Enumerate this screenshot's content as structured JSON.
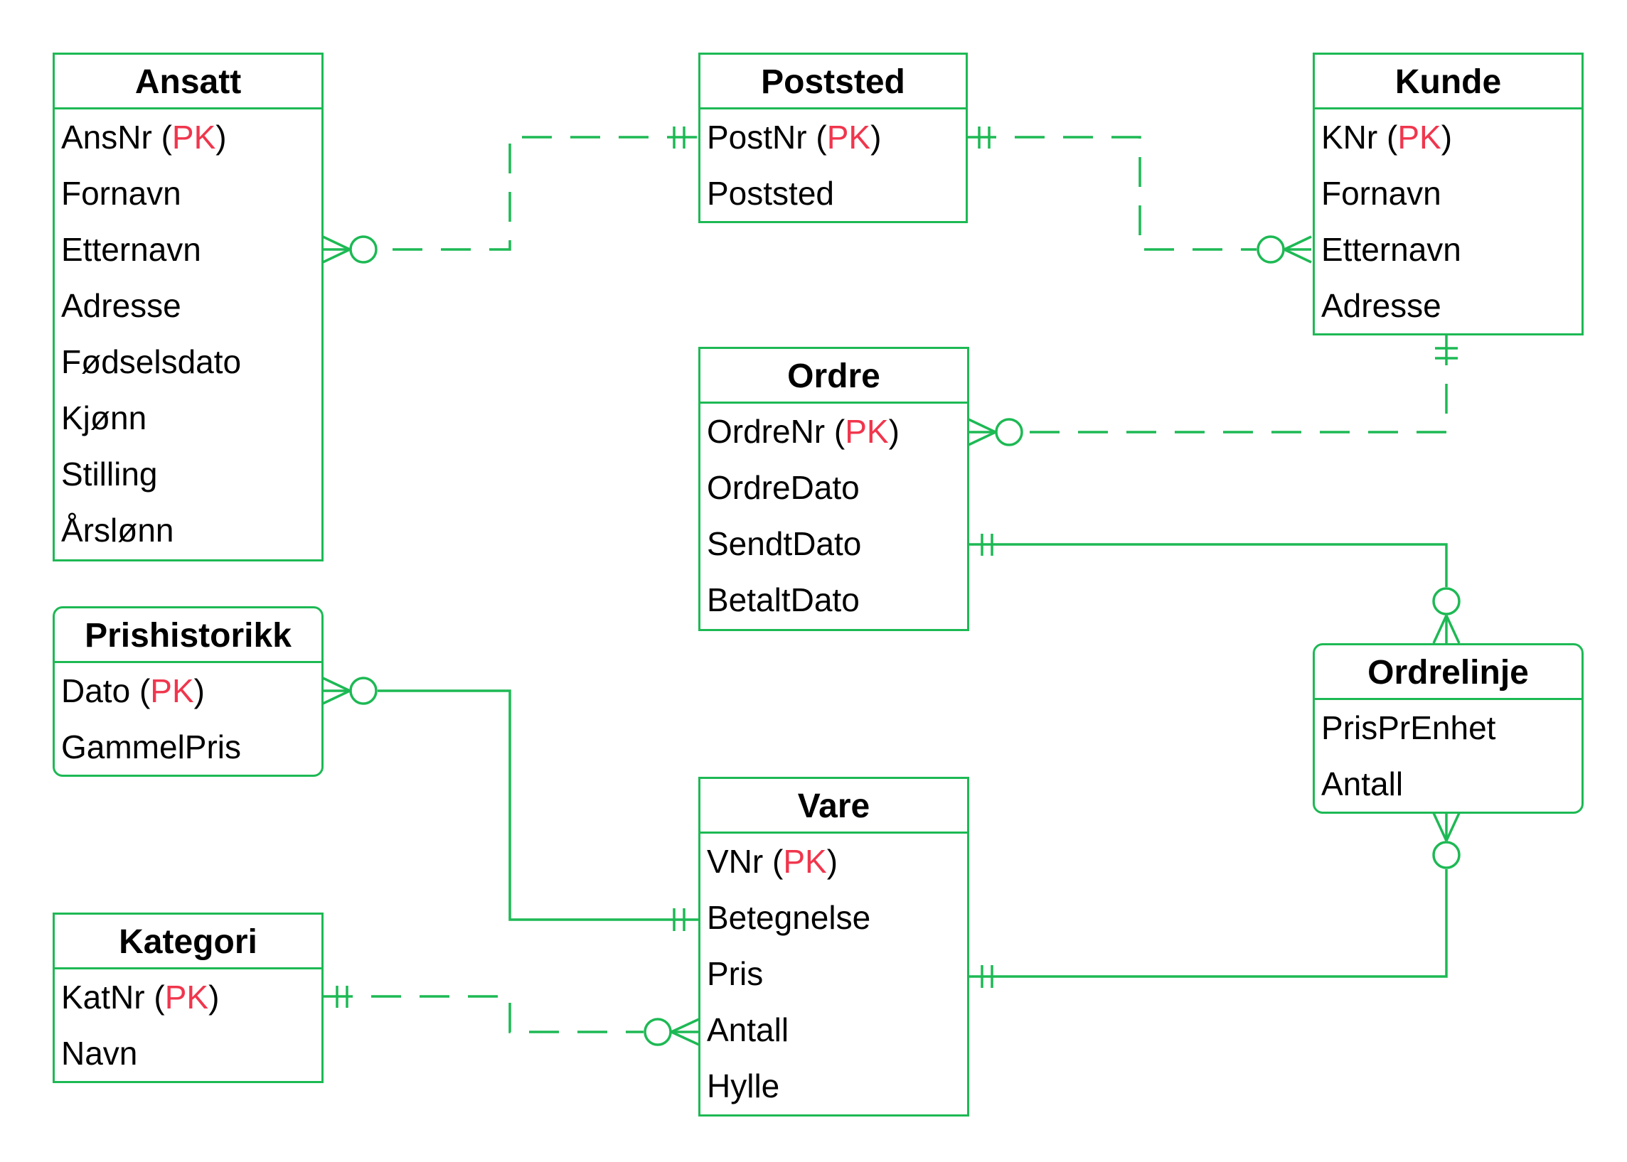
{
  "colors": {
    "border": "#1db954",
    "pk": "#f0364d",
    "text": "#000000"
  },
  "entities": {
    "ansatt": {
      "title": "Ansatt",
      "attrs": [
        {
          "name": "AnsNr",
          "pk": "PK"
        },
        {
          "name": "Fornavn"
        },
        {
          "name": "Etternavn"
        },
        {
          "name": "Adresse"
        },
        {
          "name": "Fødselsdato"
        },
        {
          "name": "Kjønn"
        },
        {
          "name": "Stilling"
        },
        {
          "name": "Årslønn"
        }
      ]
    },
    "poststed": {
      "title": "Poststed",
      "attrs": [
        {
          "name": "PostNr",
          "pk": "PK"
        },
        {
          "name": "Poststed"
        }
      ]
    },
    "kunde": {
      "title": "Kunde",
      "attrs": [
        {
          "name": "KNr",
          "pk": "PK"
        },
        {
          "name": "Fornavn"
        },
        {
          "name": "Etternavn"
        },
        {
          "name": "Adresse"
        }
      ]
    },
    "ordre": {
      "title": "Ordre",
      "attrs": [
        {
          "name": "OrdreNr",
          "pk": "PK"
        },
        {
          "name": "OrdreDato"
        },
        {
          "name": "SendtDato"
        },
        {
          "name": "BetaltDato"
        }
      ]
    },
    "prishistorikk": {
      "title": "Prishistorikk",
      "attrs": [
        {
          "name": "Dato",
          "pk": "PK"
        },
        {
          "name": "GammelPris"
        }
      ]
    },
    "ordrelinje": {
      "title": "Ordrelinje",
      "attrs": [
        {
          "name": "PrisPrEnhet"
        },
        {
          "name": "Antall"
        }
      ]
    },
    "vare": {
      "title": "Vare",
      "attrs": [
        {
          "name": "VNr",
          "pk": "PK"
        },
        {
          "name": "Betegnelse"
        },
        {
          "name": "Pris"
        },
        {
          "name": "Antall"
        },
        {
          "name": "Hylle"
        }
      ]
    },
    "kategori": {
      "title": "Kategori",
      "attrs": [
        {
          "name": "KatNr",
          "pk": "PK"
        },
        {
          "name": "Navn"
        }
      ]
    }
  },
  "relationships": [
    {
      "one": "Poststed",
      "many": "Ansatt",
      "style": "dashed"
    },
    {
      "one": "Poststed",
      "many": "Kunde",
      "style": "dashed"
    },
    {
      "one": "Kunde",
      "many": "Ordre",
      "style": "dashed"
    },
    {
      "one": "Ordre",
      "many": "Ordrelinje",
      "style": "solid"
    },
    {
      "one": "Vare",
      "many": "Ordrelinje",
      "style": "solid"
    },
    {
      "one": "Vare",
      "many": "Prishistorikk",
      "style": "solid"
    },
    {
      "one": "Kategori",
      "many": "Vare",
      "style": "dashed"
    }
  ]
}
